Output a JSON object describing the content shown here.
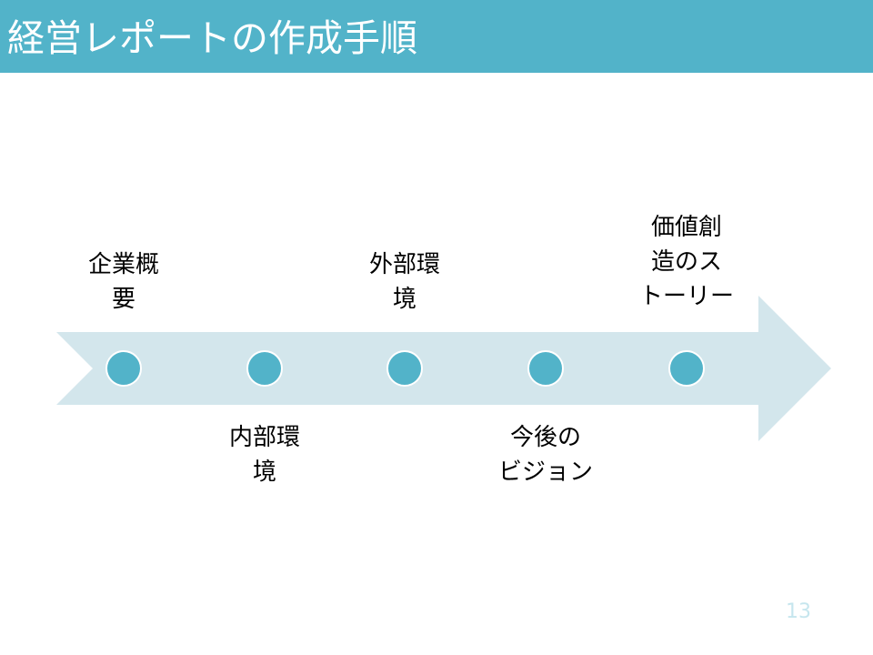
{
  "slide": {
    "title": "経営レポートの作成手順",
    "page_number": "13"
  },
  "colors": {
    "title_bar": "#52b3c9",
    "title_text": "#ffffff",
    "arrow_fill": "#d3e6ec",
    "node_fill": "#52b3c9",
    "page_number": "#c6e6ee"
  },
  "steps": [
    {
      "lines": [
        "企業概",
        "要"
      ]
    },
    {
      "lines": [
        "内部環",
        "境"
      ]
    },
    {
      "lines": [
        "外部環",
        "境"
      ]
    },
    {
      "lines": [
        "今後の",
        "ビジョン"
      ]
    },
    {
      "lines": [
        "価値創",
        "造のス",
        "トーリー"
      ]
    }
  ]
}
